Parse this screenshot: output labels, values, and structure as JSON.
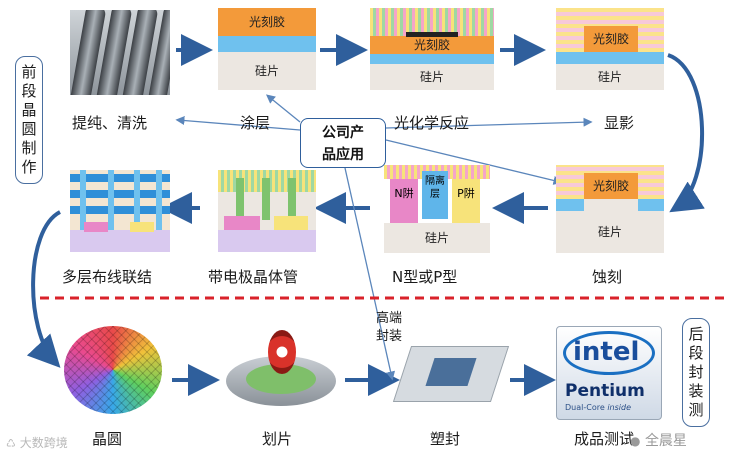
{
  "side_labels": {
    "front": [
      "前",
      "段",
      "晶",
      "圆",
      "制",
      "作"
    ],
    "back": [
      "后",
      "段",
      "封",
      "装",
      "测"
    ]
  },
  "center_box": {
    "line1": "公司产",
    "line2": "品应用"
  },
  "process_row1": {
    "step1": "提纯、清洗",
    "step2": "涂层",
    "step3": "光化学反应",
    "step4": "显影"
  },
  "process_row2": {
    "step5": "蚀刻",
    "step6": "N型或P型",
    "step7": "带电极晶体管",
    "step8": "多层布线联结"
  },
  "process_row3": {
    "step9": "晶圆",
    "step10": "划片",
    "step11": "塑封",
    "step12": "成品测试"
  },
  "diagram_text": {
    "photoresist": "光刻胶",
    "silicon": "硅片",
    "n_well": "N阱",
    "p_well": "P阱",
    "isolation": "隔离层",
    "high_end_packaging": [
      "高端",
      "封装"
    ],
    "intel_logo": "intel",
    "pentium": "Pentium",
    "dual_core": "Dual-Core",
    "inside": "inside"
  },
  "watermarks": {
    "left": "大数跨境",
    "right": "全晨星"
  },
  "colors": {
    "arrow_blue": "#2f5f9c",
    "photoresist": "#f39a3a",
    "silicon": "#ece7e1",
    "oxide_blue": "#6fc1ee",
    "divider_red": "#d9222a"
  }
}
